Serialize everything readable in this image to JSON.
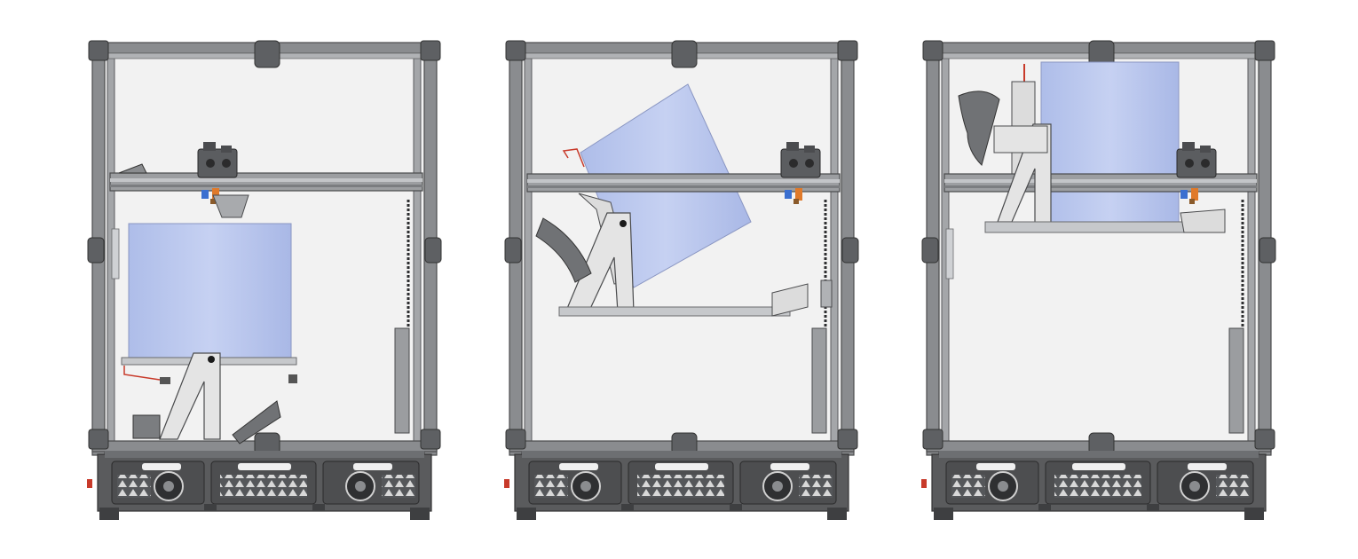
{
  "figure": {
    "panels": [
      {
        "id": "panel-1",
        "plate_state": "lowered-vertical",
        "rotary_arc_side": "right"
      },
      {
        "id": "panel-2",
        "plate_state": "tilted",
        "rotary_arc_side": "left"
      },
      {
        "id": "panel-3",
        "plate_state": "raised-vertical",
        "rotary_arc_side": "left"
      }
    ],
    "colors": {
      "frame": "#7d7f82",
      "frame_dark": "#4a4b4d",
      "panel_glass": "#f1f1f1",
      "plate": "#b8c6ee",
      "bracket": "#e4e4e4",
      "base": "#5a5b5d",
      "accent_orange": "#e07a2a",
      "accent_blue": "#3a6fd0",
      "wire_red": "#c83a2a"
    }
  }
}
